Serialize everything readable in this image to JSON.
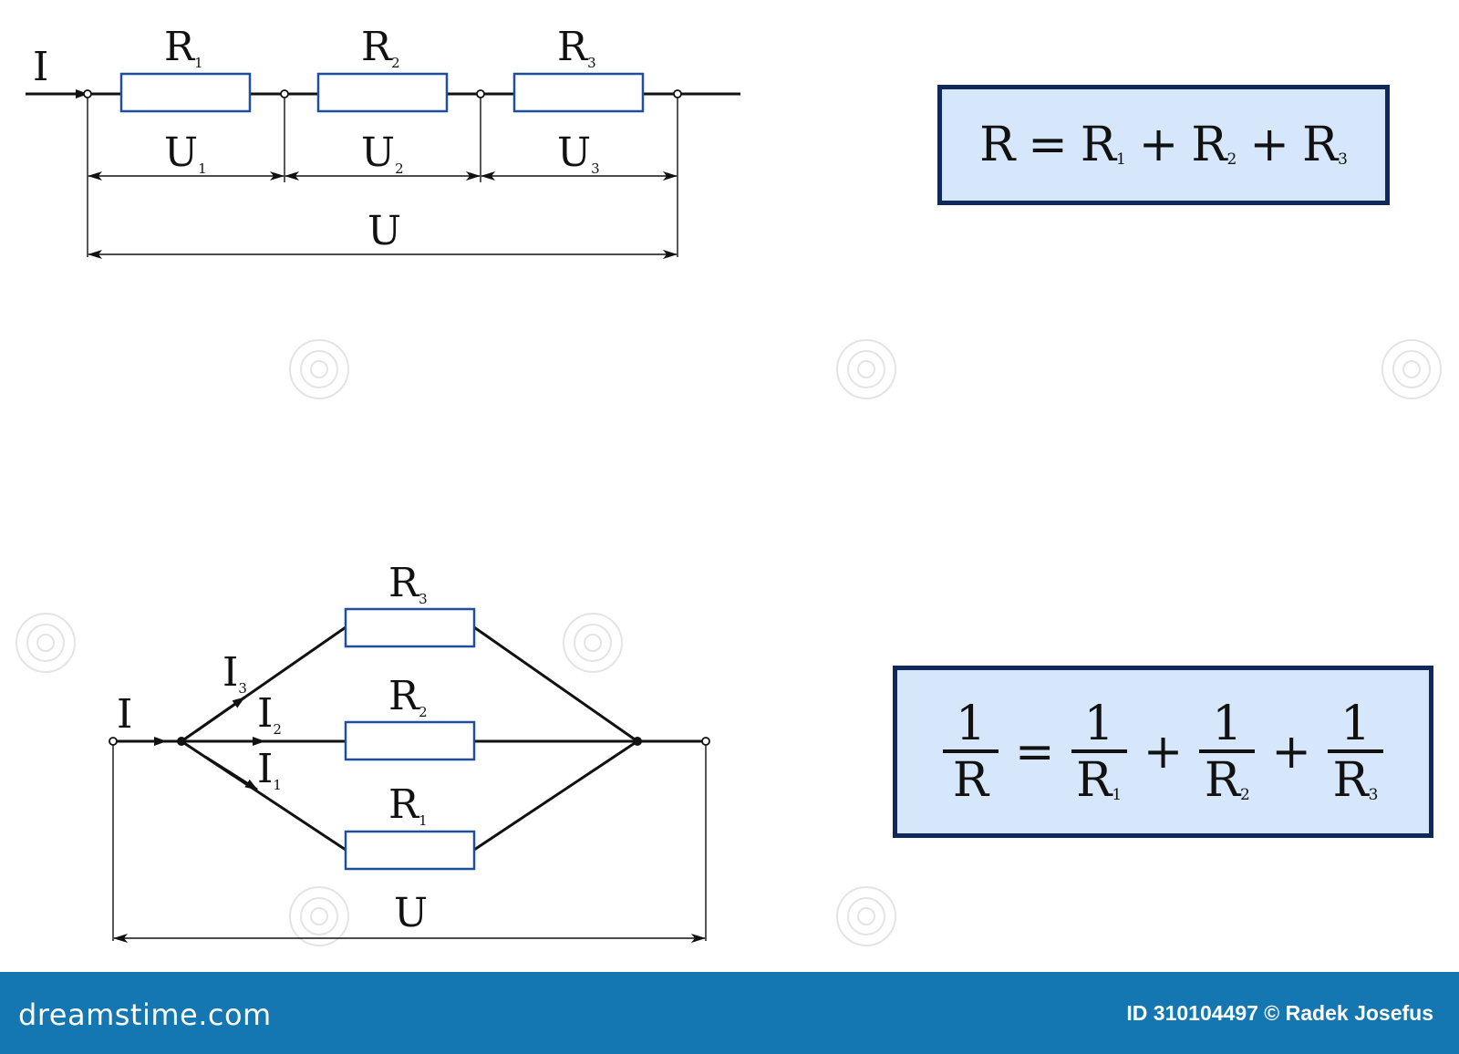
{
  "series": {
    "current": "I",
    "resistors": [
      {
        "name": "R",
        "sub": "1"
      },
      {
        "name": "R",
        "sub": "2"
      },
      {
        "name": "R",
        "sub": "3"
      }
    ],
    "voltages": [
      {
        "name": "U",
        "sub": "1"
      },
      {
        "name": "U",
        "sub": "2"
      },
      {
        "name": "U",
        "sub": "3"
      }
    ],
    "total_voltage": "U",
    "formula": {
      "lhs": "R",
      "eq": "=",
      "terms": [
        {
          "name": "R",
          "sub": "1"
        },
        {
          "name": "R",
          "sub": "2"
        },
        {
          "name": "R",
          "sub": "3"
        }
      ],
      "plus": "+"
    }
  },
  "parallel": {
    "current": "I",
    "resistors": [
      {
        "name": "R",
        "sub": "3"
      },
      {
        "name": "R",
        "sub": "2"
      },
      {
        "name": "R",
        "sub": "1"
      }
    ],
    "branch_currents": [
      {
        "name": "I",
        "sub": "3"
      },
      {
        "name": "I",
        "sub": "2"
      },
      {
        "name": "I",
        "sub": "1"
      }
    ],
    "total_voltage": "U",
    "formula": {
      "one": "1",
      "lhs": "R",
      "eq": "=",
      "plus": "+",
      "terms": [
        {
          "name": "R",
          "sub": "1"
        },
        {
          "name": "R",
          "sub": "2"
        },
        {
          "name": "R",
          "sub": "3"
        }
      ]
    }
  },
  "footer": {
    "brand": "dreamstime.com",
    "credit": "ID 310104497 © Radek Josefus"
  },
  "colors": {
    "resistor_stroke": "#1f4e9a",
    "formula_fill": "#d6e6fb",
    "formula_border": "#0f2a5a",
    "footer_bg": "#1477b1"
  }
}
